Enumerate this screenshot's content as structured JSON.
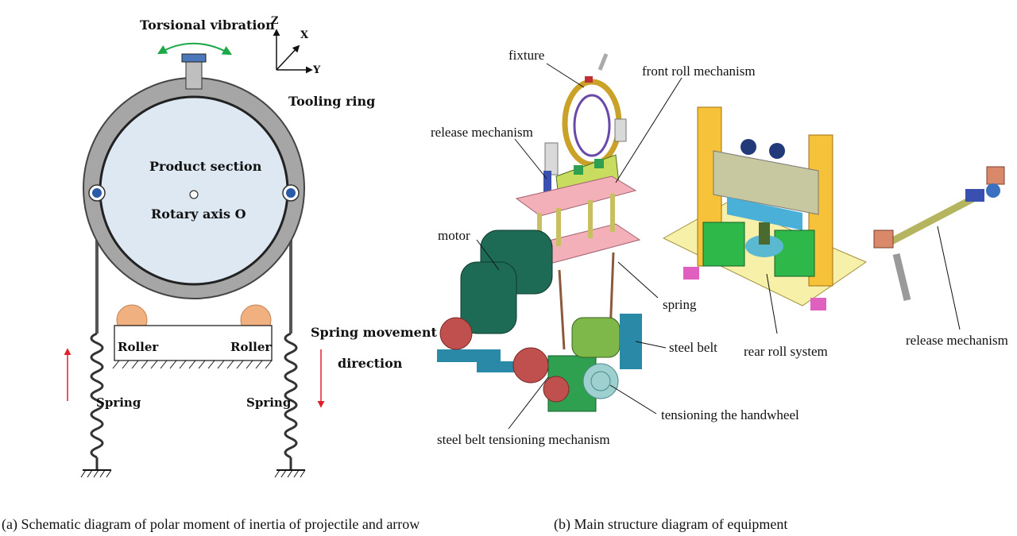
{
  "panel_a": {
    "torsional_vibration": "Torsional vibration",
    "axis_z": "Z",
    "axis_x": "X",
    "axis_y": "Y",
    "tooling_ring": "Tooling ring",
    "product_section": "Product section",
    "rotary_axis": "Rotary axis O",
    "roller_left": "Roller",
    "roller_right": "Roller",
    "spring_movement_line1": "Spring movement",
    "spring_movement_line2": "direction",
    "spring_left": "Spring",
    "spring_right": "Spring",
    "caption": "(a) Schematic diagram of polar moment of inertia of projectile and arrow"
  },
  "panel_b": {
    "fixture": "fixture",
    "front_roll_mechanism": "front roll mechanism",
    "release_mechanism_left": "release mechanism",
    "motor": "motor",
    "spring": "spring",
    "steel_belt": "steel belt",
    "rear_roll_system": "rear roll system",
    "release_mechanism_right": "release mechanism",
    "tensioning_handwheel": "tensioning the handwheel",
    "steel_belt_tensioning": "steel belt tensioning mechanism",
    "caption": "(b) Main structure diagram of equipment"
  },
  "colors": {
    "ring": "#a6a6a6",
    "product": "#dde8f3",
    "roller": "#f0b080",
    "arrow_green": "#1ea84a",
    "arrow_red": "#e0202a",
    "pink_plate": "#f4b0b8",
    "yellow_frame": "#f5c23a",
    "green_block": "#2fb84a",
    "motor_green": "#1e6b55",
    "gear_red": "#c0504d",
    "rod_olive": "#b5b560"
  }
}
